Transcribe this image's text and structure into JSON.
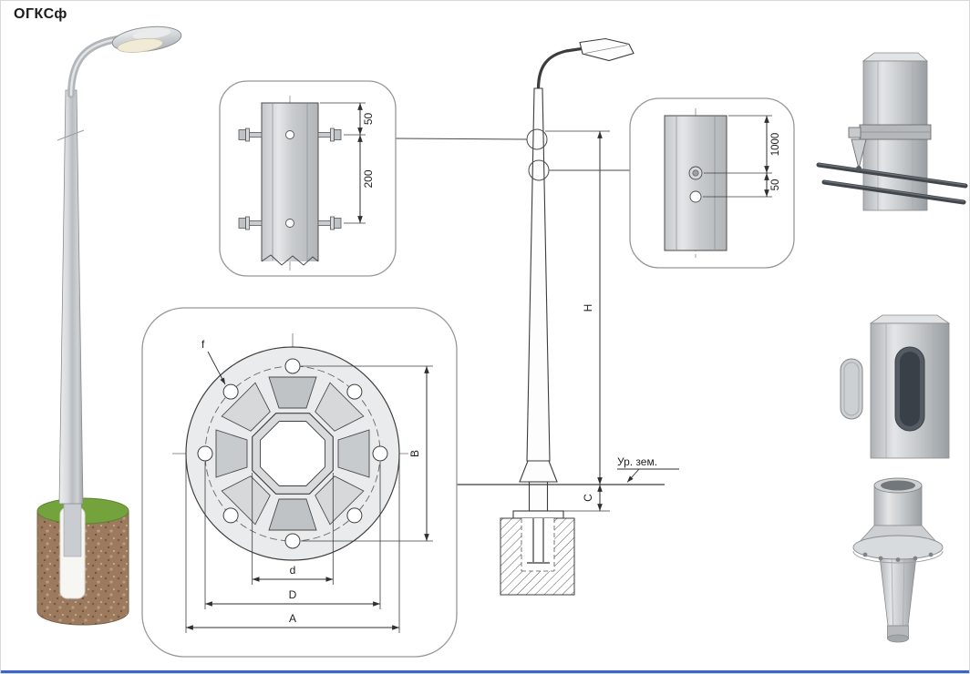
{
  "title": "ОГКСф",
  "colors": {
    "line": "#3c3c3c",
    "metal_light": "#e6e8ea",
    "metal_mid": "#c9ccd0",
    "metal_dark": "#9fa4a8",
    "grass_green": "#74a23c",
    "soil_brown": "#9b7a5e",
    "lamp_lens": "#f0ead7",
    "accent_blue": "#3a66cc"
  },
  "panels": {
    "base_detail": {
      "dim_top_offset": "50",
      "dim_bolt_spacing": "200"
    },
    "upper_detail": {
      "dim_top_offset": "1000",
      "dim_hole_offset": "50"
    },
    "flange_plan": {
      "hole_label": "f",
      "bolt_span_label": "B",
      "inner_width_label": "d",
      "bolt_circle_label": "D",
      "plate_width_label": "A"
    }
  },
  "elevation": {
    "height_label": "H",
    "embedment_label": "C",
    "ground_level_label": "Ур. зем."
  }
}
